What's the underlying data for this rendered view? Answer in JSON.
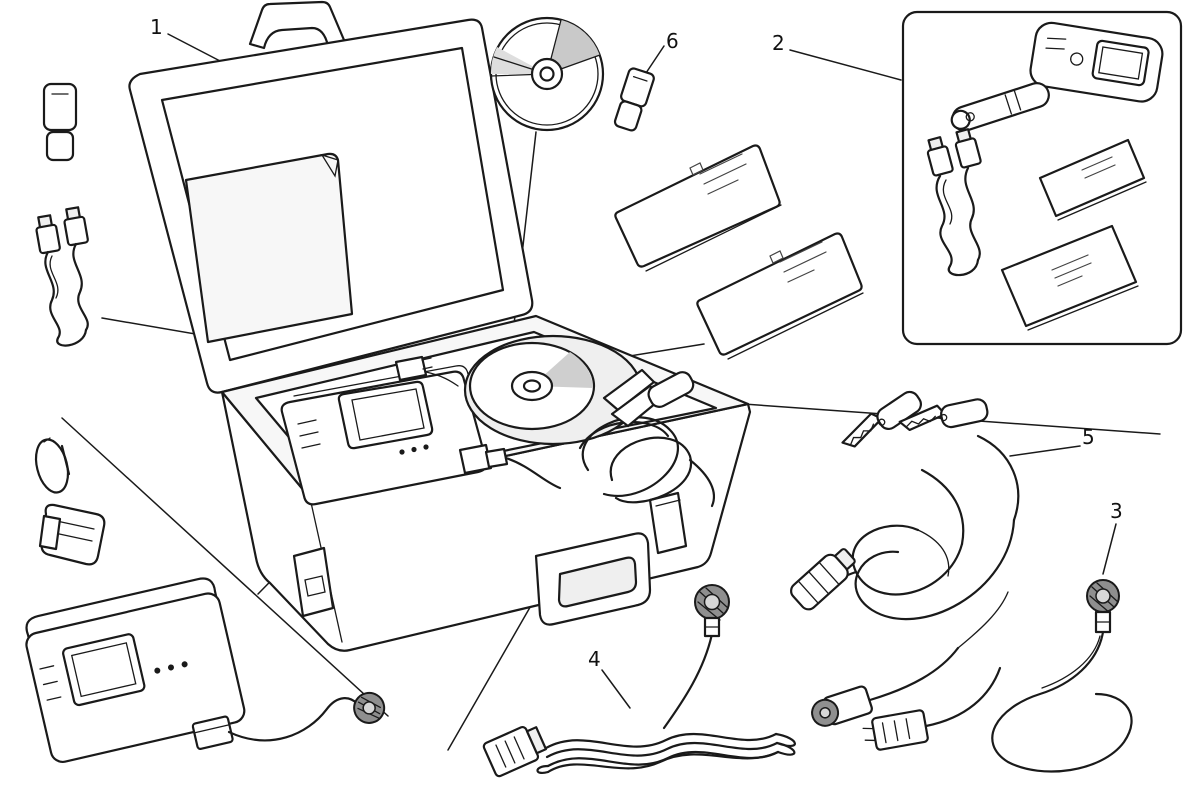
{
  "diagram": {
    "type": "exploded-parts-diagram",
    "callouts": [
      {
        "label": "1",
        "part": "carrying-case"
      },
      {
        "label": "2",
        "part": "handheld-tester-kit"
      },
      {
        "label": "3",
        "part": "round-connector-cable"
      },
      {
        "label": "4",
        "part": "diagnosis-cable"
      },
      {
        "label": "5",
        "part": "battery-clamp-cable"
      },
      {
        "label": "6",
        "part": "usb-key"
      }
    ],
    "colors": {
      "line": "#1a1a1a",
      "background": "#ffffff",
      "shade": "#efefef",
      "metal": "#8f8f8f"
    }
  }
}
